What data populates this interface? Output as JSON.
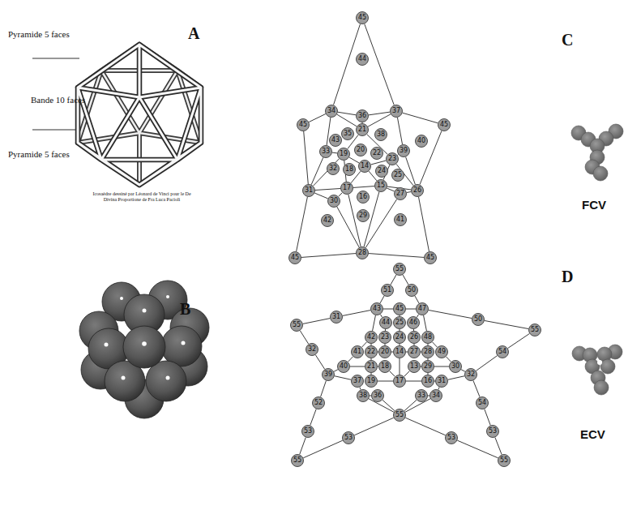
{
  "diagram": {
    "nodes": [
      {
        "text": [
          "45"
        ]
      },
      {
        "text": [
          "44"
        ]
      },
      {
        "text": [
          "34"
        ]
      },
      {
        "text": [
          "36"
        ]
      },
      {
        "text": [
          "37"
        ]
      },
      {
        "text": [
          "45"
        ]
      },
      {
        "text": [
          "43"
        ]
      },
      {
        "text": [
          "35"
        ]
      },
      {
        "text": [
          "21"
        ]
      },
      {
        "text": [
          "38"
        ]
      },
      {
        "text": [
          "45"
        ]
      },
      {
        "text": [
          "40"
        ]
      },
      {
        "text": [
          "33"
        ]
      },
      {
        "text": [
          "19"
        ]
      },
      {
        "text": [
          "20"
        ]
      },
      {
        "text": [
          "22"
        ]
      },
      {
        "text": [
          "23"
        ]
      },
      {
        "text": [
          "39"
        ]
      },
      {
        "text": [
          "32"
        ]
      },
      {
        "text": [
          "18"
        ]
      },
      {
        "text": [
          "14"
        ]
      },
      {
        "text": [
          "24"
        ]
      },
      {
        "text": [
          "25"
        ]
      },
      {
        "text": [
          "31"
        ]
      },
      {
        "text": [
          "26"
        ]
      },
      {
        "text": [
          "17"
        ]
      },
      {
        "text": [
          "16"
        ]
      },
      {
        "text": [
          "15"
        ]
      },
      {
        "text": [
          "30"
        ]
      },
      {
        "text": [
          "27"
        ]
      },
      {
        "text": [
          "29"
        ]
      },
      {
        "text": [
          "42"
        ]
      },
      {
        "text": [
          "41"
        ]
      },
      {
        "text": [
          "28"
        ]
      },
      {
        "text": [
          "45"
        ]
      },
      {
        "text": [
          "45"
        ]
      },
      {
        "text": [
          "55"
        ]
      },
      {
        "text": [
          "51"
        ]
      },
      {
        "text": [
          "50"
        ]
      },
      {
        "text": [
          "43"
        ]
      },
      {
        "text": [
          "45"
        ]
      },
      {
        "text": [
          "47"
        ]
      },
      {
        "text": [
          "55"
        ]
      },
      {
        "text": [
          "31"
        ]
      },
      {
        "text": [
          "50"
        ]
      },
      {
        "text": [
          "55"
        ]
      },
      {
        "text": [
          "32"
        ]
      },
      {
        "text": [
          "54"
        ]
      },
      {
        "text": [
          "39"
        ]
      },
      {
        "text": [
          "32"
        ]
      },
      {
        "text": [
          "52"
        ]
      },
      {
        "text": [
          "53"
        ]
      },
      {
        "text": [
          "54"
        ]
      },
      {
        "text": [
          "53"
        ]
      },
      {
        "text": [
          "55"
        ]
      },
      {
        "text": [
          "55"
        ]
      },
      {
        "text": [
          "53"
        ]
      },
      {
        "text": [
          "53"
        ]
      },
      {
        "text": [
          "55"
        ]
      },
      {
        "text": [
          "44"
        ]
      },
      {
        "text": [
          "25"
        ]
      },
      {
        "text": [
          "46"
        ]
      },
      {
        "text": [
          "42"
        ]
      },
      {
        "text": [
          "23"
        ]
      },
      {
        "text": [
          "24"
        ]
      },
      {
        "text": [
          "26"
        ]
      },
      {
        "text": [
          "48"
        ]
      },
      {
        "text": [
          "41"
        ]
      },
      {
        "text": [
          "22"
        ]
      },
      {
        "text": [
          "20"
        ]
      },
      {
        "text": [
          "14"
        ]
      },
      {
        "text": [
          "27"
        ]
      },
      {
        "text": [
          "28"
        ]
      },
      {
        "text": [
          "49"
        ]
      },
      {
        "text": [
          "40"
        ]
      },
      {
        "text": [
          "21"
        ]
      },
      {
        "text": [
          "18"
        ]
      },
      {
        "text": [
          "13"
        ]
      },
      {
        "text": [
          "29"
        ]
      },
      {
        "text": [
          "30"
        ]
      },
      {
        "text": [
          "37"
        ]
      },
      {
        "text": [
          "19"
        ]
      },
      {
        "text": [
          "17"
        ]
      },
      {
        "text": [
          "16"
        ]
      },
      {
        "text": [
          "31"
        ]
      },
      {
        "text": [
          "38"
        ]
      },
      {
        "text": [
          "36"
        ]
      },
      {
        "text": [
          "33"
        ]
      },
      {
        "text": [
          "34"
        ]
      }
    ],
    "edges": [
      {
        "from": 0,
        "to": 2,
        "arrow": "none"
      },
      {
        "from": 0,
        "to": 4,
        "arrow": "none"
      },
      {
        "from": 2,
        "to": 3,
        "arrow": "none"
      },
      {
        "from": 3,
        "to": 4,
        "arrow": "none"
      },
      {
        "from": 5,
        "to": 2,
        "arrow": "none"
      },
      {
        "from": 5,
        "to": 23,
        "arrow": "none"
      },
      {
        "from": 10,
        "to": 4,
        "arrow": "none"
      },
      {
        "from": 10,
        "to": 24,
        "arrow": "none"
      },
      {
        "from": 34,
        "to": 23,
        "arrow": "none"
      },
      {
        "from": 34,
        "to": 33,
        "arrow": "none"
      },
      {
        "from": 35,
        "to": 24,
        "arrow": "none"
      },
      {
        "from": 35,
        "to": 33,
        "arrow": "none"
      },
      {
        "from": 2,
        "to": 12,
        "arrow": "none"
      },
      {
        "from": 12,
        "to": 23,
        "arrow": "none"
      },
      {
        "from": 4,
        "to": 17,
        "arrow": "none"
      },
      {
        "from": 17,
        "to": 24,
        "arrow": "none"
      },
      {
        "from": 23,
        "to": 28,
        "arrow": "none"
      },
      {
        "from": 28,
        "to": 33,
        "arrow": "none"
      },
      {
        "from": 24,
        "to": 29,
        "arrow": "none"
      },
      {
        "from": 29,
        "to": 33,
        "arrow": "none"
      },
      {
        "from": 3,
        "to": 8,
        "arrow": "none"
      },
      {
        "from": 2,
        "to": 8,
        "arrow": "none"
      },
      {
        "from": 4,
        "to": 8,
        "arrow": "none"
      },
      {
        "from": 8,
        "to": 13,
        "arrow": "none"
      },
      {
        "from": 8,
        "to": 16,
        "arrow": "none"
      },
      {
        "from": 12,
        "to": 13,
        "arrow": "none"
      },
      {
        "from": 16,
        "to": 17,
        "arrow": "none"
      },
      {
        "from": 13,
        "to": 25,
        "arrow": "none"
      },
      {
        "from": 25,
        "to": 27,
        "arrow": "none"
      },
      {
        "from": 27,
        "to": 16,
        "arrow": "none"
      },
      {
        "from": 20,
        "to": 13,
        "arrow": "none"
      },
      {
        "from": 20,
        "to": 25,
        "arrow": "none"
      },
      {
        "from": 20,
        "to": 27,
        "arrow": "none"
      },
      {
        "from": 20,
        "to": 16,
        "arrow": "none"
      },
      {
        "from": 23,
        "to": 13,
        "arrow": "none"
      },
      {
        "from": 23,
        "to": 25,
        "arrow": "none"
      },
      {
        "from": 28,
        "to": 25,
        "arrow": "none"
      },
      {
        "from": 33,
        "to": 25,
        "arrow": "none"
      },
      {
        "from": 33,
        "to": 27,
        "arrow": "none"
      },
      {
        "from": 29,
        "to": 27,
        "arrow": "none"
      },
      {
        "from": 24,
        "to": 27,
        "arrow": "none"
      },
      {
        "from": 24,
        "to": 16,
        "arrow": "none"
      },
      {
        "from": 36,
        "to": 37,
        "arrow": "none"
      },
      {
        "from": 37,
        "to": 39,
        "arrow": "none"
      },
      {
        "from": 36,
        "to": 38,
        "arrow": "none"
      },
      {
        "from": 38,
        "to": 41,
        "arrow": "none"
      },
      {
        "from": 39,
        "to": 40,
        "arrow": "none"
      },
      {
        "from": 40,
        "to": 41,
        "arrow": "none"
      },
      {
        "from": 42,
        "to": 43,
        "arrow": "none"
      },
      {
        "from": 43,
        "to": 39,
        "arrow": "none"
      },
      {
        "from": 42,
        "to": 46,
        "arrow": "none"
      },
      {
        "from": 46,
        "to": 48,
        "arrow": "none"
      },
      {
        "from": 45,
        "to": 44,
        "arrow": "none"
      },
      {
        "from": 44,
        "to": 41,
        "arrow": "none"
      },
      {
        "from": 45,
        "to": 47,
        "arrow": "none"
      },
      {
        "from": 47,
        "to": 49,
        "arrow": "none"
      },
      {
        "from": 48,
        "to": 50,
        "arrow": "none"
      },
      {
        "from": 50,
        "to": 51,
        "arrow": "none"
      },
      {
        "from": 51,
        "to": 54,
        "arrow": "none"
      },
      {
        "from": 49,
        "to": 52,
        "arrow": "none"
      },
      {
        "from": 52,
        "to": 53,
        "arrow": "none"
      },
      {
        "from": 53,
        "to": 55,
        "arrow": "none"
      },
      {
        "from": 54,
        "to": 56,
        "arrow": "none"
      },
      {
        "from": 56,
        "to": 58,
        "arrow": "none"
      },
      {
        "from": 55,
        "to": 57,
        "arrow": "none"
      },
      {
        "from": 57,
        "to": 58,
        "arrow": "none"
      },
      {
        "from": 39,
        "to": 62,
        "arrow": "none"
      },
      {
        "from": 62,
        "to": 67,
        "arrow": "none"
      },
      {
        "from": 67,
        "to": 74,
        "arrow": "none"
      },
      {
        "from": 74,
        "to": 48,
        "arrow": "none"
      },
      {
        "from": 41,
        "to": 66,
        "arrow": "none"
      },
      {
        "from": 66,
        "to": 73,
        "arrow": "none"
      },
      {
        "from": 73,
        "to": 79,
        "arrow": "none"
      },
      {
        "from": 79,
        "to": 49,
        "arrow": "none"
      },
      {
        "from": 48,
        "to": 80,
        "arrow": "none"
      },
      {
        "from": 80,
        "to": 85,
        "arrow": "none"
      },
      {
        "from": 85,
        "to": 58,
        "arrow": "none"
      },
      {
        "from": 49,
        "to": 84,
        "arrow": "none"
      },
      {
        "from": 84,
        "to": 88,
        "arrow": "none"
      },
      {
        "from": 88,
        "to": 58,
        "arrow": "none"
      },
      {
        "from": 39,
        "to": 59,
        "arrow": "none"
      },
      {
        "from": 40,
        "to": 60,
        "arrow": "none"
      },
      {
        "from": 41,
        "to": 61,
        "arrow": "none"
      },
      {
        "from": 59,
        "to": 63,
        "arrow": "none"
      },
      {
        "from": 61,
        "to": 65,
        "arrow": "none"
      },
      {
        "from": 60,
        "to": 64,
        "arrow": "none"
      },
      {
        "from": 64,
        "to": 70,
        "arrow": "none"
      },
      {
        "from": 63,
        "to": 69,
        "arrow": "none"
      },
      {
        "from": 65,
        "to": 71,
        "arrow": "none"
      },
      {
        "from": 69,
        "to": 70,
        "arrow": "none"
      },
      {
        "from": 70,
        "to": 71,
        "arrow": "none"
      },
      {
        "from": 68,
        "to": 69,
        "arrow": "none"
      },
      {
        "from": 71,
        "to": 72,
        "arrow": "none"
      },
      {
        "from": 62,
        "to": 68,
        "arrow": "none"
      },
      {
        "from": 66,
        "to": 72,
        "arrow": "none"
      },
      {
        "from": 68,
        "to": 75,
        "arrow": "none"
      },
      {
        "from": 72,
        "to": 78,
        "arrow": "none"
      },
      {
        "from": 75,
        "to": 76,
        "arrow": "none"
      },
      {
        "from": 77,
        "to": 78,
        "arrow": "none"
      },
      {
        "from": 70,
        "to": 82,
        "arrow": "none"
      },
      {
        "from": 81,
        "to": 82,
        "arrow": "none"
      },
      {
        "from": 82,
        "to": 83,
        "arrow": "none"
      },
      {
        "from": 75,
        "to": 81,
        "arrow": "none"
      },
      {
        "from": 78,
        "to": 83,
        "arrow": "none"
      },
      {
        "from": 83,
        "to": 84,
        "arrow": "none"
      },
      {
        "from": 74,
        "to": 75,
        "arrow": "none"
      },
      {
        "from": 78,
        "to": 79,
        "arrow": "none"
      },
      {
        "from": 86,
        "to": 58,
        "arrow": "none"
      },
      {
        "from": 87,
        "to": 58,
        "arrow": "none"
      },
      {
        "from": 85,
        "to": 86,
        "arrow": "none"
      },
      {
        "from": 87,
        "to": 88,
        "arrow": "none"
      },
      {
        "from": 76,
        "to": 82,
        "arrow": "none"
      },
      {
        "from": 77,
        "to": 82,
        "arrow": "none"
      }
    ],
    "labels": [
      "Pyramide 5 faces",
      "A",
      "Bande 10 faces",
      "Pyramide 5 faces",
      "Icosaèdre dessiné par Léonard de Vinci pour le De Divina Proportione de Fra Luca Pacioli",
      "C",
      "FCV",
      "B",
      "D",
      "ECV"
    ]
  }
}
